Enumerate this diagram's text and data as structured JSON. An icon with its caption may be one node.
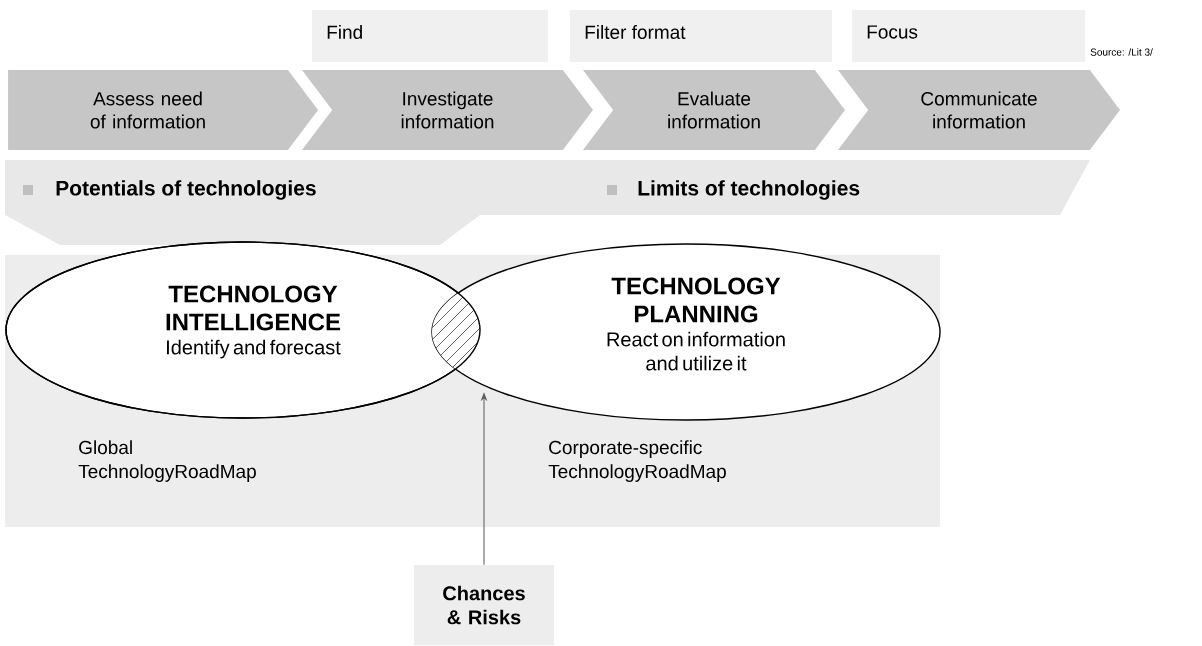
{
  "diagram": {
    "nodes": [
      {
        "text": [
          "Find"
        ]
      },
      {
        "text": [
          "Filter format"
        ]
      },
      {
        "text": [
          "Focus"
        ]
      },
      {
        "text": [
          "Assess need of information"
        ]
      },
      {
        "text": [
          "Investigate information"
        ]
      },
      {
        "text": [
          "Evaluate information"
        ]
      },
      {
        "text": [
          "Communicate information"
        ]
      },
      {
        "text": [
          "TECHNOLOGY INTELLIGENCE",
          "Identify and forecast"
        ]
      },
      {
        "text": [
          "TECHNOLOGY PLANNING",
          "React on information and utilize it"
        ]
      },
      {
        "text": [],
        "shape": "lens"
      },
      {
        "text": [
          "Chances & Risks"
        ]
      }
    ],
    "edges": [
      {
        "from": 10,
        "to": 9,
        "arrow": "to"
      }
    ],
    "labels": [
      "Source: /Lit 3/",
      "Potentials of technologies",
      "Limits of technologies",
      "Global TechnologyRoadMap",
      "Corporate-specific TechnologyRoadMap"
    ]
  }
}
